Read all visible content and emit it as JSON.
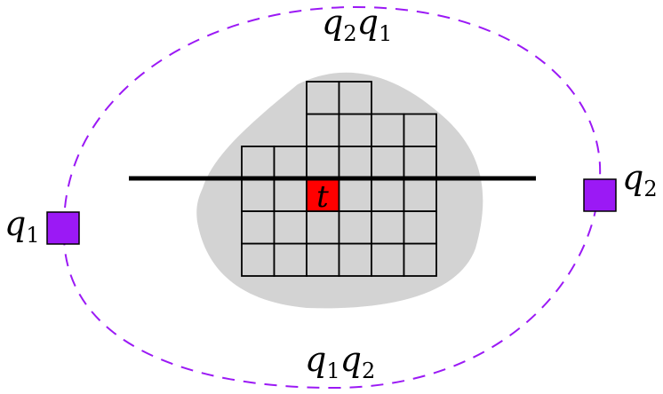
{
  "colors": {
    "background": "#ffffff",
    "blob": "#d3d3d3",
    "grid_cell": "#d3d3d3",
    "grid_stroke": "#000000",
    "target_cell": "#ff0000",
    "agents": "#9b19f5",
    "loop_path": "#9b19f5",
    "cut_line": "#000000"
  },
  "grid": {
    "column_heights": [
      4,
      4,
      6,
      6,
      5,
      5
    ],
    "target": {
      "column": 2,
      "row_from_bottom": 2
    }
  },
  "labels": {
    "target": "t",
    "q1": {
      "base": "q",
      "sub": "1"
    },
    "q2": {
      "base": "q",
      "sub": "2"
    },
    "top_path": [
      {
        "base": "q",
        "sub": "2"
      },
      {
        "base": "q",
        "sub": "1"
      }
    ],
    "bottom_path": [
      {
        "base": "q",
        "sub": "1"
      },
      {
        "base": "q",
        "sub": "2"
      }
    ]
  },
  "icons": {
    "q1": "square-agent-icon",
    "q2": "square-agent-icon"
  }
}
